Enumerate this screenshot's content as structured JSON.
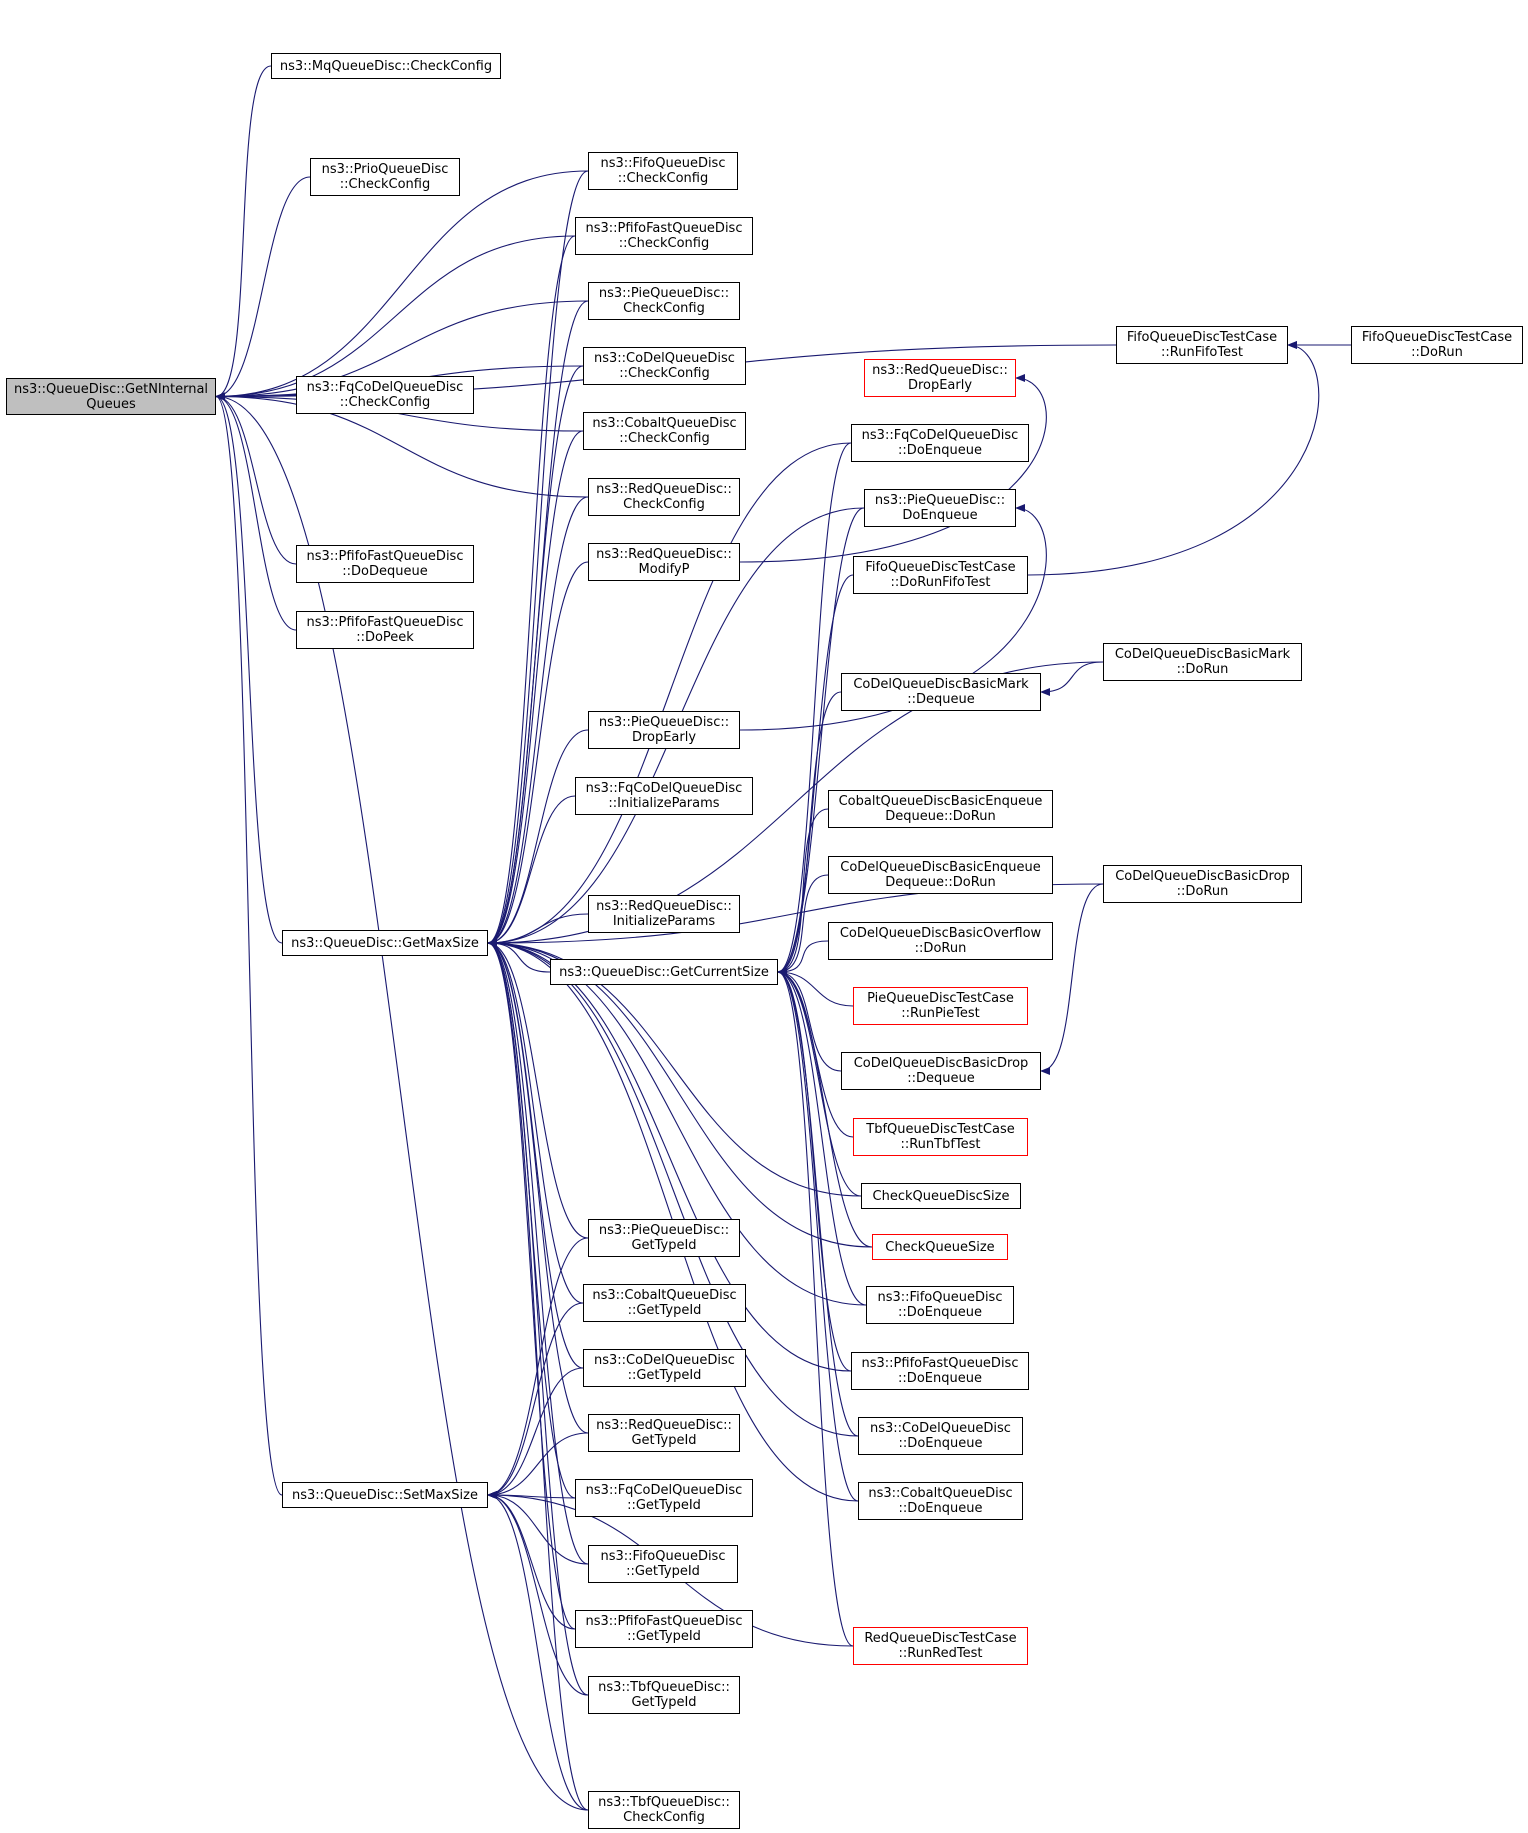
{
  "colors": {
    "edge": "#191970",
    "node_border": "#000000",
    "node_border_truncated": "#ff0000",
    "root_fill": "#bfbfbf"
  },
  "nodes": {
    "getninternal": {
      "lines": [
        "ns3::QueueDisc::GetNInternal",
        "Queues"
      ],
      "root": true
    },
    "mq_checkconfig": {
      "lines": [
        "ns3::MqQueueDisc::CheckConfig"
      ]
    },
    "prio_checkconfig": {
      "lines": [
        "ns3::PrioQueueDisc",
        "::CheckConfig"
      ]
    },
    "fifo_checkconfig": {
      "lines": [
        "ns3::FifoQueueDisc",
        "::CheckConfig"
      ]
    },
    "pfifo_checkconfig": {
      "lines": [
        "ns3::PfifoFastQueueDisc",
        "::CheckConfig"
      ]
    },
    "pie_checkconfig": {
      "lines": [
        "ns3::PieQueueDisc::",
        "CheckConfig"
      ]
    },
    "codel_checkconfig": {
      "lines": [
        "ns3::CoDelQueueDisc",
        "::CheckConfig"
      ]
    },
    "fqcodel_checkconfig": {
      "lines": [
        "ns3::FqCoDelQueueDisc",
        "::CheckConfig"
      ]
    },
    "cobalt_checkconfig": {
      "lines": [
        "ns3::CobaltQueueDisc",
        "::CheckConfig"
      ]
    },
    "red_checkconfig": {
      "lines": [
        "ns3::RedQueueDisc::",
        "CheckConfig"
      ]
    },
    "red_modifyp": {
      "lines": [
        "ns3::RedQueueDisc::",
        "ModifyP"
      ]
    },
    "red_dropearly": {
      "lines": [
        "ns3::RedQueueDisc::",
        "DropEarly"
      ],
      "truncated": true
    },
    "fqcodel_doenqueue": {
      "lines": [
        "ns3::FqCoDelQueueDisc",
        "::DoEnqueue"
      ]
    },
    "pie_doenqueue": {
      "lines": [
        "ns3::PieQueueDisc::",
        "DoEnqueue"
      ]
    },
    "fifotc_dorunfifotest": {
      "lines": [
        "FifoQueueDiscTestCase",
        "::DoRunFifoTest"
      ]
    },
    "fifotc_runfifotest": {
      "lines": [
        "FifoQueueDiscTestCase",
        "::RunFifoTest"
      ]
    },
    "fifotc_dorun": {
      "lines": [
        "FifoQueueDiscTestCase",
        "::DoRun"
      ]
    },
    "pfifo_dodequeue": {
      "lines": [
        "ns3::PfifoFastQueueDisc",
        "::DoDequeue"
      ]
    },
    "pfifo_dopeek": {
      "lines": [
        "ns3::PfifoFastQueueDisc",
        "::DoPeek"
      ]
    },
    "pie_dropearly": {
      "lines": [
        "ns3::PieQueueDisc::",
        "DropEarly"
      ]
    },
    "fqcodel_initparams": {
      "lines": [
        "ns3::FqCoDelQueueDisc",
        "::InitializeParams"
      ]
    },
    "red_initparams": {
      "lines": [
        "ns3::RedQueueDisc::",
        "InitializeParams"
      ]
    },
    "getmaxsize": {
      "lines": [
        "ns3::QueueDisc::GetMaxSize"
      ]
    },
    "getcurrentsize": {
      "lines": [
        "ns3::QueueDisc::GetCurrentSize"
      ]
    },
    "codelmark_dequeue": {
      "lines": [
        "CoDelQueueDiscBasicMark",
        "::Dequeue"
      ]
    },
    "codelmark_dorun": {
      "lines": [
        "CoDelQueueDiscBasicMark",
        "::DoRun"
      ]
    },
    "cobalt_encdeq_dorun": {
      "lines": [
        "CobaltQueueDiscBasicEnqueue",
        "Dequeue::DoRun"
      ]
    },
    "codel_encdeq_dorun": {
      "lines": [
        "CoDelQueueDiscBasicEnqueue",
        "Dequeue::DoRun"
      ]
    },
    "codeldrop_dorun": {
      "lines": [
        "CoDelQueueDiscBasicDrop",
        "::DoRun"
      ]
    },
    "codeloverflow_dorun": {
      "lines": [
        "CoDelQueueDiscBasicOverflow",
        "::DoRun"
      ]
    },
    "pietc_runpietest": {
      "lines": [
        "PieQueueDiscTestCase",
        "::RunPieTest"
      ],
      "truncated": true
    },
    "codeldrop_dequeue": {
      "lines": [
        "CoDelQueueDiscBasicDrop",
        "::Dequeue"
      ]
    },
    "tbftc_runtbftest": {
      "lines": [
        "TbfQueueDiscTestCase",
        "::RunTbfTest"
      ],
      "truncated": true
    },
    "checkqueuediscsize": {
      "lines": [
        "CheckQueueDiscSize"
      ]
    },
    "checkqueuesize": {
      "lines": [
        "CheckQueueSize"
      ],
      "truncated": true
    },
    "fifo_doenqueue": {
      "lines": [
        "ns3::FifoQueueDisc",
        "::DoEnqueue"
      ]
    },
    "pfifo_doenqueue": {
      "lines": [
        "ns3::PfifoFastQueueDisc",
        "::DoEnqueue"
      ]
    },
    "codel_doenqueue": {
      "lines": [
        "ns3::CoDelQueueDisc",
        "::DoEnqueue"
      ]
    },
    "cobalt_doenqueue": {
      "lines": [
        "ns3::CobaltQueueDisc",
        "::DoEnqueue"
      ]
    },
    "pie_gettypeid": {
      "lines": [
        "ns3::PieQueueDisc::",
        "GetTypeId"
      ]
    },
    "cobalt_gettypeid": {
      "lines": [
        "ns3::CobaltQueueDisc",
        "::GetTypeId"
      ]
    },
    "codel_gettypeid": {
      "lines": [
        "ns3::CoDelQueueDisc",
        "::GetTypeId"
      ]
    },
    "red_gettypeid": {
      "lines": [
        "ns3::RedQueueDisc::",
        "GetTypeId"
      ]
    },
    "fqcodel_gettypeid": {
      "lines": [
        "ns3::FqCoDelQueueDisc",
        "::GetTypeId"
      ]
    },
    "fifo_gettypeid": {
      "lines": [
        "ns3::FifoQueueDisc",
        "::GetTypeId"
      ]
    },
    "pfifo_gettypeid": {
      "lines": [
        "ns3::PfifoFastQueueDisc",
        "::GetTypeId"
      ]
    },
    "tbf_gettypeid": {
      "lines": [
        "ns3::TbfQueueDisc::",
        "GetTypeId"
      ]
    },
    "tbf_checkconfig": {
      "lines": [
        "ns3::TbfQueueDisc::",
        "CheckConfig"
      ]
    },
    "setmaxsize": {
      "lines": [
        "ns3::QueueDisc::SetMaxSize"
      ]
    },
    "redtc_runredtest": {
      "lines": [
        "RedQueueDiscTestCase",
        "::RunRedTest"
      ],
      "truncated": true
    }
  },
  "edges": [
    [
      "mq_checkconfig",
      "getninternal"
    ],
    [
      "prio_checkconfig",
      "getninternal"
    ],
    [
      "fifo_checkconfig",
      "getninternal"
    ],
    [
      "pfifo_checkconfig",
      "getninternal"
    ],
    [
      "pie_checkconfig",
      "getninternal"
    ],
    [
      "codel_checkconfig",
      "getninternal"
    ],
    [
      "fqcodel_checkconfig",
      "getninternal"
    ],
    [
      "cobalt_checkconfig",
      "getninternal"
    ],
    [
      "red_checkconfig",
      "getninternal"
    ],
    [
      "pfifo_dodequeue",
      "getninternal"
    ],
    [
      "pfifo_dopeek",
      "getninternal"
    ],
    [
      "fifotc_runfifotest",
      "getninternal"
    ],
    [
      "getmaxsize",
      "getninternal"
    ],
    [
      "setmaxsize",
      "getninternal"
    ],
    [
      "tbf_checkconfig",
      "getninternal"
    ],
    [
      "fifotc_dorun",
      "fifotc_runfifotest"
    ],
    [
      "fifotc_dorunfifotest",
      "fifotc_runfifotest"
    ],
    [
      "red_modifyp",
      "red_dropearly"
    ],
    [
      "pie_dropearly",
      "pie_doenqueue"
    ],
    [
      "codelmark_dorun",
      "codelmark_dequeue"
    ],
    [
      "codeldrop_dorun",
      "codeldrop_dequeue"
    ],
    [
      "getcurrentsize",
      "getmaxsize"
    ],
    [
      "fifo_checkconfig",
      "getmaxsize"
    ],
    [
      "pfifo_checkconfig",
      "getmaxsize"
    ],
    [
      "pie_checkconfig",
      "getmaxsize"
    ],
    [
      "codel_checkconfig",
      "getmaxsize"
    ],
    [
      "cobalt_checkconfig",
      "getmaxsize"
    ],
    [
      "red_checkconfig",
      "getmaxsize"
    ],
    [
      "red_modifyp",
      "getmaxsize"
    ],
    [
      "pie_dropearly",
      "getmaxsize"
    ],
    [
      "fqcodel_initparams",
      "getmaxsize"
    ],
    [
      "red_initparams",
      "getmaxsize"
    ],
    [
      "fqcodel_doenqueue",
      "getmaxsize"
    ],
    [
      "pie_doenqueue",
      "getmaxsize"
    ],
    [
      "codelmark_dorun",
      "getmaxsize"
    ],
    [
      "codeldrop_dorun",
      "getmaxsize"
    ],
    [
      "checkqueuediscsize",
      "getmaxsize"
    ],
    [
      "checkqueuesize",
      "getmaxsize"
    ],
    [
      "fifo_doenqueue",
      "getmaxsize"
    ],
    [
      "pfifo_doenqueue",
      "getmaxsize"
    ],
    [
      "codel_doenqueue",
      "getmaxsize"
    ],
    [
      "cobalt_doenqueue",
      "getmaxsize"
    ],
    [
      "pie_gettypeid",
      "getmaxsize"
    ],
    [
      "cobalt_gettypeid",
      "getmaxsize"
    ],
    [
      "codel_gettypeid",
      "getmaxsize"
    ],
    [
      "red_gettypeid",
      "getmaxsize"
    ],
    [
      "fqcodel_gettypeid",
      "getmaxsize"
    ],
    [
      "fifo_gettypeid",
      "getmaxsize"
    ],
    [
      "pfifo_gettypeid",
      "getmaxsize"
    ],
    [
      "tbf_gettypeid",
      "getmaxsize"
    ],
    [
      "tbf_checkconfig",
      "getmaxsize"
    ],
    [
      "fqcodel_doenqueue",
      "getcurrentsize"
    ],
    [
      "pie_doenqueue",
      "getcurrentsize"
    ],
    [
      "fifotc_dorunfifotest",
      "getcurrentsize"
    ],
    [
      "codelmark_dequeue",
      "getcurrentsize"
    ],
    [
      "cobalt_encdeq_dorun",
      "getcurrentsize"
    ],
    [
      "codel_encdeq_dorun",
      "getcurrentsize"
    ],
    [
      "codeloverflow_dorun",
      "getcurrentsize"
    ],
    [
      "pietc_runpietest",
      "getcurrentsize"
    ],
    [
      "codeldrop_dequeue",
      "getcurrentsize"
    ],
    [
      "tbftc_runtbftest",
      "getcurrentsize"
    ],
    [
      "checkqueuediscsize",
      "getcurrentsize"
    ],
    [
      "checkqueuesize",
      "getcurrentsize"
    ],
    [
      "fifo_doenqueue",
      "getcurrentsize"
    ],
    [
      "pfifo_doenqueue",
      "getcurrentsize"
    ],
    [
      "codel_doenqueue",
      "getcurrentsize"
    ],
    [
      "cobalt_doenqueue",
      "getcurrentsize"
    ],
    [
      "redtc_runredtest",
      "getcurrentsize"
    ],
    [
      "pie_gettypeid",
      "setmaxsize"
    ],
    [
      "cobalt_gettypeid",
      "setmaxsize"
    ],
    [
      "codel_gettypeid",
      "setmaxsize"
    ],
    [
      "red_gettypeid",
      "setmaxsize"
    ],
    [
      "fqcodel_gettypeid",
      "setmaxsize"
    ],
    [
      "fifo_gettypeid",
      "setmaxsize"
    ],
    [
      "pfifo_gettypeid",
      "setmaxsize"
    ],
    [
      "tbf_gettypeid",
      "setmaxsize"
    ],
    [
      "tbf_checkconfig",
      "setmaxsize"
    ],
    [
      "redtc_runredtest",
      "setmaxsize"
    ]
  ]
}
